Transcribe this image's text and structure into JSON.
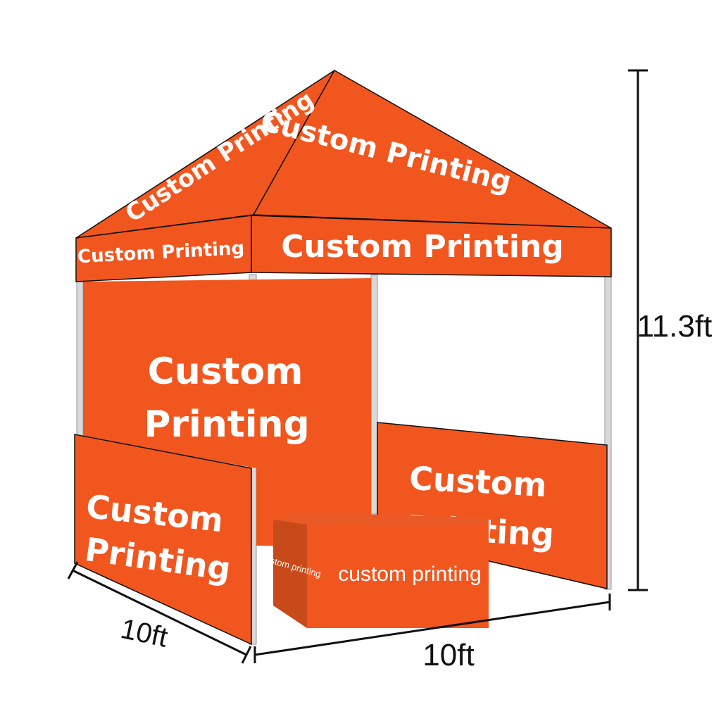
{
  "product": {
    "roof_front_text": "Custom Printing",
    "roof_left_text": "Custom Printing",
    "valance_left_text": "Custom Printing",
    "valance_front_text": "Custom Printing",
    "back_wall_line1": "Custom",
    "back_wall_line2": "Printing",
    "left_half_wall_line1": "Custom",
    "left_half_wall_line2": "Printing",
    "right_half_wall_line1": "Custom",
    "right_half_wall_line2": "Printing",
    "table_front_text": "custom printing",
    "table_side_text": "custom printing"
  },
  "dimensions": {
    "height": "11.3ft",
    "depth": "10ft",
    "width": "10ft"
  },
  "colors": {
    "canopy": "#f2561f",
    "canopy_dark": "#d8461a",
    "frame": "#d9d9d9",
    "outline": "#111111"
  }
}
